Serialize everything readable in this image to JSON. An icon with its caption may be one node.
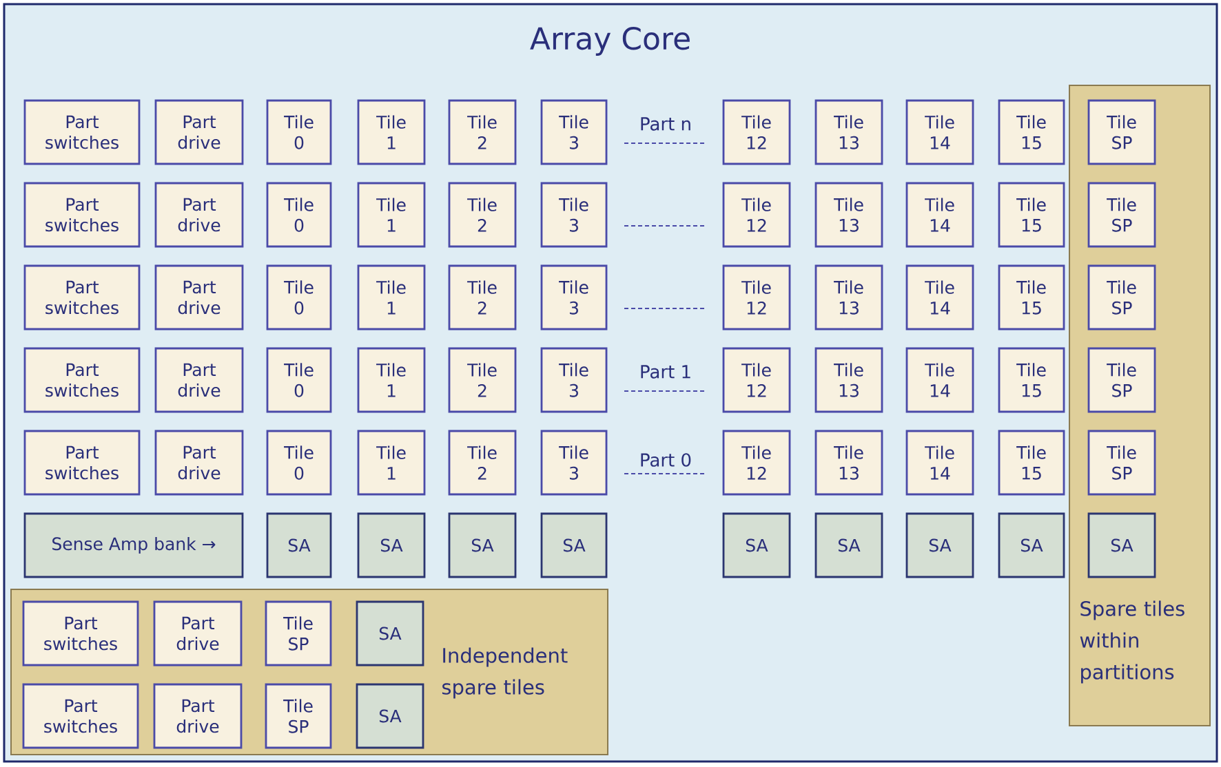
{
  "diagram": {
    "nodes": [
      {
        "text": [
          "Array Core"
        ]
      },
      {
        "text": [
          "Spare tiles within partitions"
        ],
        "in": 0
      },
      {
        "text": [
          "Part switches"
        ],
        "in": 0
      },
      {
        "text": [
          "Part drive"
        ],
        "in": 0
      },
      {
        "text": [
          "Tile 0"
        ],
        "in": 0
      },
      {
        "text": [
          "Tile 1"
        ],
        "in": 0
      },
      {
        "text": [
          "Tile 2"
        ],
        "in": 0
      },
      {
        "text": [
          "Tile 3"
        ],
        "in": 0
      },
      {
        "text": [
          "Tile 12"
        ],
        "in": 0
      },
      {
        "text": [
          "Tile 13"
        ],
        "in": 0
      },
      {
        "text": [
          "Tile 14"
        ],
        "in": 0
      },
      {
        "text": [
          "Tile 15"
        ],
        "in": 0
      },
      {
        "text": [
          "Tile SP"
        ],
        "in": 1
      },
      {
        "text": [
          "Part switches"
        ],
        "in": 0
      },
      {
        "text": [
          "Part drive"
        ],
        "in": 0
      },
      {
        "text": [
          "Tile 0"
        ],
        "in": 0
      },
      {
        "text": [
          "Tile 1"
        ],
        "in": 0
      },
      {
        "text": [
          "Tile 2"
        ],
        "in": 0
      },
      {
        "text": [
          "Tile 3"
        ],
        "in": 0
      },
      {
        "text": [
          "Tile 12"
        ],
        "in": 0
      },
      {
        "text": [
          "Tile 13"
        ],
        "in": 0
      },
      {
        "text": [
          "Tile 14"
        ],
        "in": 0
      },
      {
        "text": [
          "Tile 15"
        ],
        "in": 0
      },
      {
        "text": [
          "Tile SP"
        ],
        "in": 1
      },
      {
        "text": [
          "Part switches"
        ],
        "in": 0
      },
      {
        "text": [
          "Part drive"
        ],
        "in": 0
      },
      {
        "text": [
          "Tile 0"
        ],
        "in": 0
      },
      {
        "text": [
          "Tile 1"
        ],
        "in": 0
      },
      {
        "text": [
          "Tile 2"
        ],
        "in": 0
      },
      {
        "text": [
          "Tile 3"
        ],
        "in": 0
      },
      {
        "text": [
          "Tile 12"
        ],
        "in": 0
      },
      {
        "text": [
          "Tile 13"
        ],
        "in": 0
      },
      {
        "text": [
          "Tile 14"
        ],
        "in": 0
      },
      {
        "text": [
          "Tile 15"
        ],
        "in": 0
      },
      {
        "text": [
          "Tile SP"
        ],
        "in": 1
      },
      {
        "text": [
          "Part switches"
        ],
        "in": 0
      },
      {
        "text": [
          "Part drive"
        ],
        "in": 0
      },
      {
        "text": [
          "Tile 0"
        ],
        "in": 0
      },
      {
        "text": [
          "Tile 1"
        ],
        "in": 0
      },
      {
        "text": [
          "Tile 2"
        ],
        "in": 0
      },
      {
        "text": [
          "Tile 3"
        ],
        "in": 0
      },
      {
        "text": [
          "Tile 12"
        ],
        "in": 0
      },
      {
        "text": [
          "Tile 13"
        ],
        "in": 0
      },
      {
        "text": [
          "Tile 14"
        ],
        "in": 0
      },
      {
        "text": [
          "Tile 15"
        ],
        "in": 0
      },
      {
        "text": [
          "Tile SP"
        ],
        "in": 1
      },
      {
        "text": [
          "Part switches"
        ],
        "in": 0
      },
      {
        "text": [
          "Part drive"
        ],
        "in": 0
      },
      {
        "text": [
          "Tile 0"
        ],
        "in": 0
      },
      {
        "text": [
          "Tile 1"
        ],
        "in": 0
      },
      {
        "text": [
          "Tile 2"
        ],
        "in": 0
      },
      {
        "text": [
          "Tile 3"
        ],
        "in": 0
      },
      {
        "text": [
          "Tile 12"
        ],
        "in": 0
      },
      {
        "text": [
          "Tile 13"
        ],
        "in": 0
      },
      {
        "text": [
          "Tile 14"
        ],
        "in": 0
      },
      {
        "text": [
          "Tile 15"
        ],
        "in": 0
      },
      {
        "text": [
          "Tile SP"
        ],
        "in": 1
      },
      {
        "text": [
          "Sense Amp bank →"
        ],
        "in": 0
      },
      {
        "text": [
          "SA"
        ],
        "in": 0
      },
      {
        "text": [
          "SA"
        ],
        "in": 0
      },
      {
        "text": [
          "SA"
        ],
        "in": 0
      },
      {
        "text": [
          "SA"
        ],
        "in": 0
      },
      {
        "text": [
          "SA"
        ],
        "in": 0
      },
      {
        "text": [
          "SA"
        ],
        "in": 0
      },
      {
        "text": [
          "SA"
        ],
        "in": 0
      },
      {
        "text": [
          "SA"
        ],
        "in": 0
      },
      {
        "text": [
          "SA"
        ],
        "in": 1
      },
      {
        "text": [
          "Independent spare tiles"
        ],
        "in": 0
      },
      {
        "text": [
          "Part switches"
        ],
        "in": 67
      },
      {
        "text": [
          "Part drive"
        ],
        "in": 67
      },
      {
        "text": [
          "Tile SP"
        ],
        "in": 67
      },
      {
        "text": [
          "SA"
        ],
        "in": 67
      },
      {
        "text": [
          "Part switches"
        ],
        "in": 67
      },
      {
        "text": [
          "Part drive"
        ],
        "in": 67
      },
      {
        "text": [
          "Tile SP"
        ],
        "in": 67
      },
      {
        "text": [
          "SA"
        ],
        "in": 67
      }
    ],
    "labels": [
      "Part n",
      "Part 1",
      "Part 0"
    ]
  }
}
